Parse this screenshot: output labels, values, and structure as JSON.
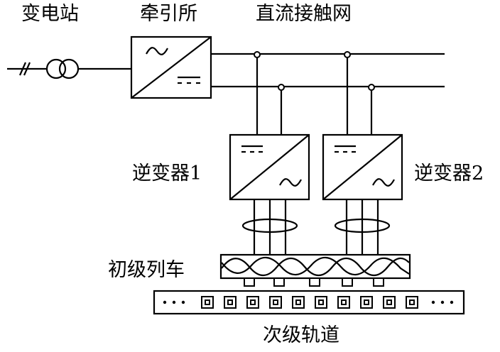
{
  "labels": {
    "substation": "变电站",
    "traction": "牵引所",
    "dc_catenary": "直流接触网",
    "inverter1": "逆变器1",
    "inverter2": "逆变器2",
    "primary": "初级列车",
    "secondary": "次级轨道"
  },
  "symbols": {
    "dc": "dc-bars",
    "ac": "sine-wave"
  },
  "rail_dots": "• • •",
  "colors": {
    "line": "#000000",
    "background": "#ffffff"
  }
}
